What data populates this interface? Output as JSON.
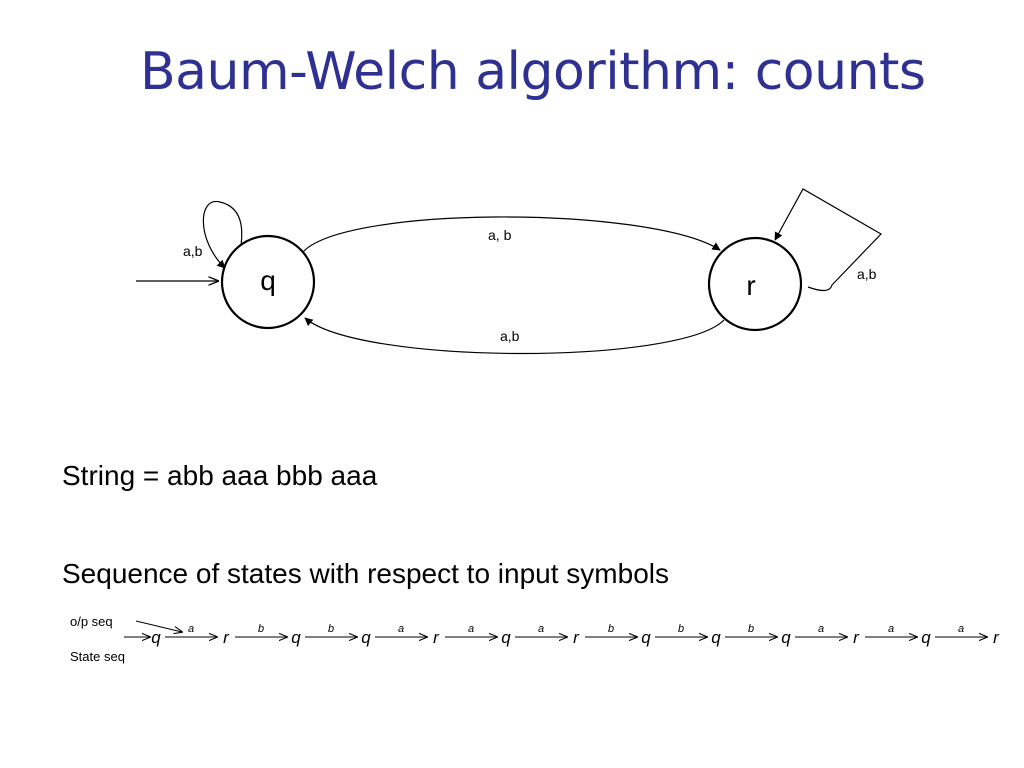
{
  "title": "Baum-Welch algorithm: counts",
  "automaton": {
    "states": [
      {
        "id": "q",
        "label": "q",
        "initial": true
      },
      {
        "id": "r",
        "label": "r",
        "initial": false
      }
    ],
    "transitions": [
      {
        "from": "q",
        "to": "q",
        "label": "a,b"
      },
      {
        "from": "q",
        "to": "r",
        "label": "a, b"
      },
      {
        "from": "r",
        "to": "q",
        "label": "a,b"
      },
      {
        "from": "r",
        "to": "r",
        "label": "a,b"
      }
    ]
  },
  "string_line": "String = abb aaa bbb aaa",
  "sequence_heading": "Sequence of states with respect to input symbols",
  "op_seq_label": "o/p seq",
  "state_seq_label": "State seq",
  "state_sequence": [
    "q",
    "r",
    "q",
    "q",
    "r",
    "q",
    "r",
    "q",
    "q",
    "q",
    "r",
    "q",
    "r"
  ],
  "symbol_sequence": [
    "a",
    "b",
    "b",
    "a",
    "a",
    "a",
    "b",
    "b",
    "b",
    "a",
    "a",
    "a"
  ],
  "colors": {
    "title": "#2e3192",
    "ink": "#000000",
    "background": "#ffffff"
  }
}
